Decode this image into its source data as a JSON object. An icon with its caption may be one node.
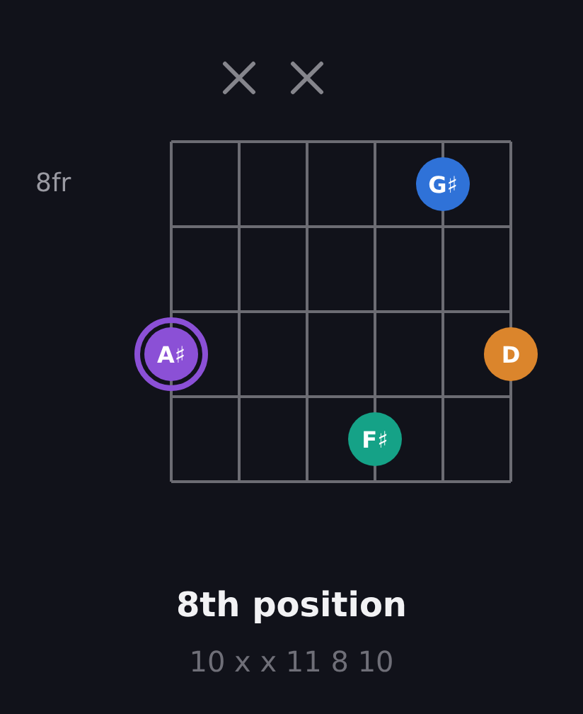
{
  "diagram": {
    "title": "8th position",
    "caption": "10 x x 11 8 10",
    "nodes": [
      {
        "text": [
          "G♯"
        ]
      },
      {
        "text": [
          "A♯"
        ]
      },
      {
        "text": [
          "D"
        ]
      },
      {
        "text": [
          "F♯"
        ]
      }
    ],
    "labels": [
      "8fr"
    ]
  }
}
